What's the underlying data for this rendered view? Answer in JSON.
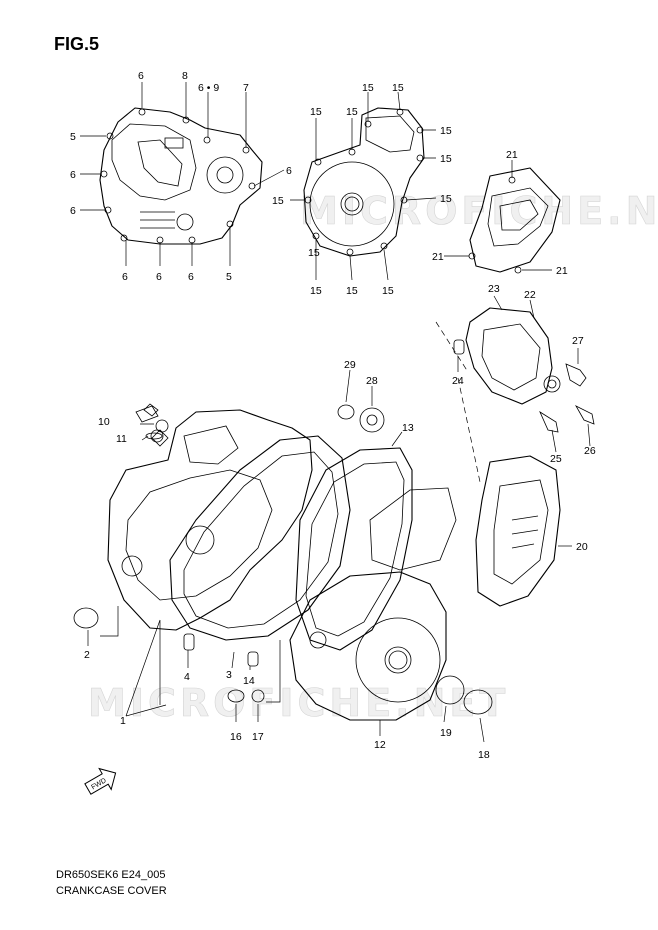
{
  "figure": {
    "title": "FIG.5",
    "model_code": "DR650SEK6 E24_005",
    "caption": "CRANKCASE COVER",
    "watermark": "MICROFICHE.NET",
    "fwd_label": "FWD"
  },
  "callouts": [
    "6",
    "8",
    "6 • 9",
    "7",
    "5",
    "6",
    "6",
    "6",
    "6",
    "6",
    "6",
    "5",
    "15",
    "15",
    "15",
    "15",
    "15",
    "15",
    "15",
    "15",
    "15",
    "15",
    "15",
    "15",
    "21",
    "21",
    "21",
    "23",
    "22",
    "27",
    "24",
    "25",
    "26",
    "20",
    "29",
    "28",
    "13",
    "10",
    "11",
    "2",
    "4",
    "1",
    "3",
    "14",
    "16",
    "17",
    "12",
    "19",
    "18"
  ]
}
